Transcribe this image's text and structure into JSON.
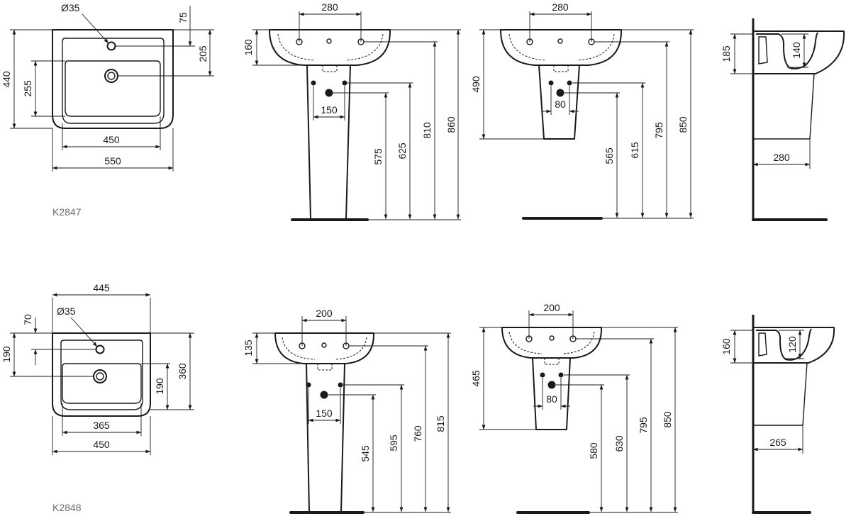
{
  "drawing": {
    "models": [
      {
        "code": "K2847",
        "top_view": {
          "hole_dia": "Ø35",
          "d_75": "75",
          "d_205": "205",
          "d_440": "440",
          "d_255": "255",
          "d_450": "450",
          "d_550": "550"
        },
        "pedestal_front": {
          "d_280": "280",
          "d_160": "160",
          "d_150": "150",
          "d_575": "575",
          "d_625": "625",
          "d_810": "810",
          "d_860": "860"
        },
        "semi_pedestal_front": {
          "d_280": "280",
          "d_490": "490",
          "d_80": "80",
          "d_565": "565",
          "d_615": "615",
          "d_795": "795",
          "d_850": "850"
        },
        "side_view": {
          "d_185": "185",
          "d_140": "140",
          "d_280": "280"
        }
      },
      {
        "code": "K2848",
        "top_view": {
          "d_445": "445",
          "d_70": "70",
          "hole_dia": "Ø35",
          "d_190a": "190",
          "d_190b": "190",
          "d_360": "360",
          "d_365": "365",
          "d_450": "450"
        },
        "pedestal_front": {
          "d_200": "200",
          "d_135": "135",
          "d_150": "150",
          "d_545": "545",
          "d_595": "595",
          "d_760": "760",
          "d_815": "815"
        },
        "semi_pedestal_front": {
          "d_200": "200",
          "d_465": "465",
          "d_80": "80",
          "d_580": "580",
          "d_630": "630",
          "d_795": "795",
          "d_850": "850"
        },
        "side_view": {
          "d_160": "160",
          "d_120": "120",
          "d_265": "265"
        }
      }
    ]
  }
}
